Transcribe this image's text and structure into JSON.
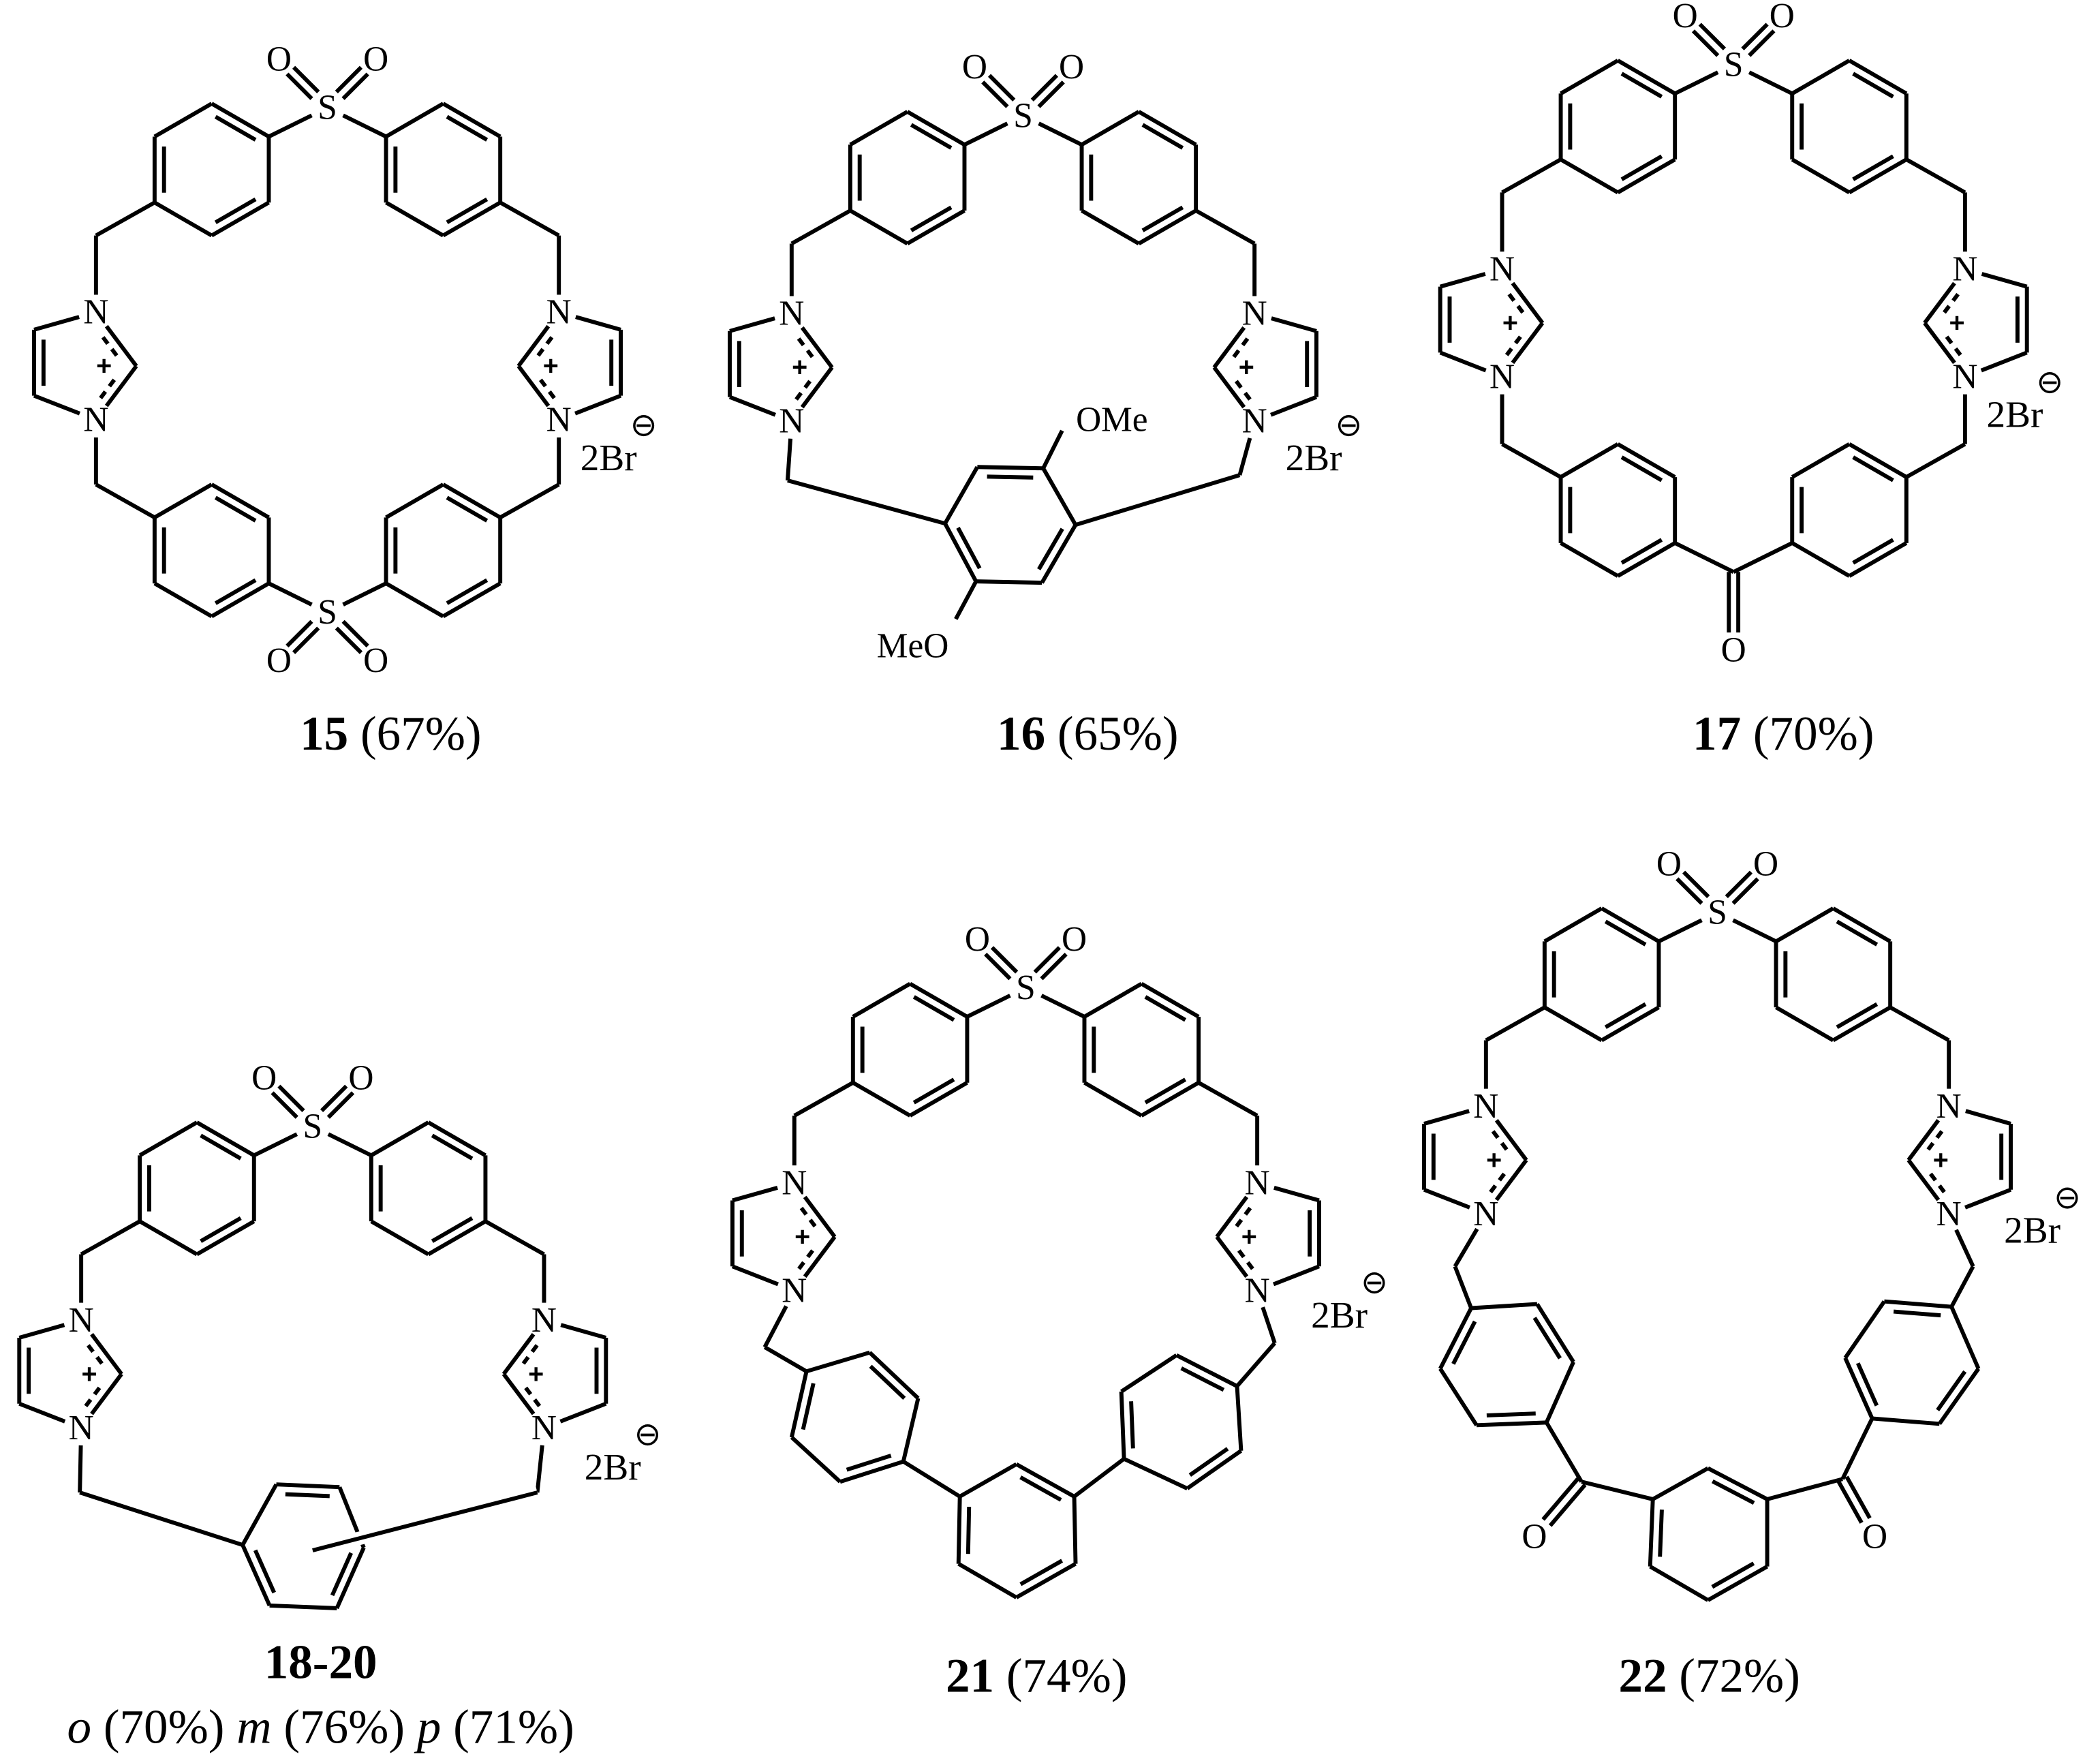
{
  "atoms": {
    "S": "S",
    "O": "O",
    "N": "N",
    "plus": "+",
    "OMe": "OMe",
    "MeO": "MeO"
  },
  "counterion": {
    "text": "2Br",
    "charge": "⊖"
  },
  "compounds": [
    {
      "number": "15",
      "yield": "(67%)"
    },
    {
      "number": "16",
      "yield": "(65%)"
    },
    {
      "number": "17",
      "yield": "(70%)"
    },
    {
      "number": "18-20",
      "isomers": [
        {
          "position": "o",
          "yield": "(70%)"
        },
        {
          "position": "m",
          "yield": "(76%)"
        },
        {
          "position": "p",
          "yield": "(71%)"
        }
      ]
    },
    {
      "number": "21",
      "yield": "(74%)"
    },
    {
      "number": "22",
      "yield": "(72%)"
    }
  ]
}
